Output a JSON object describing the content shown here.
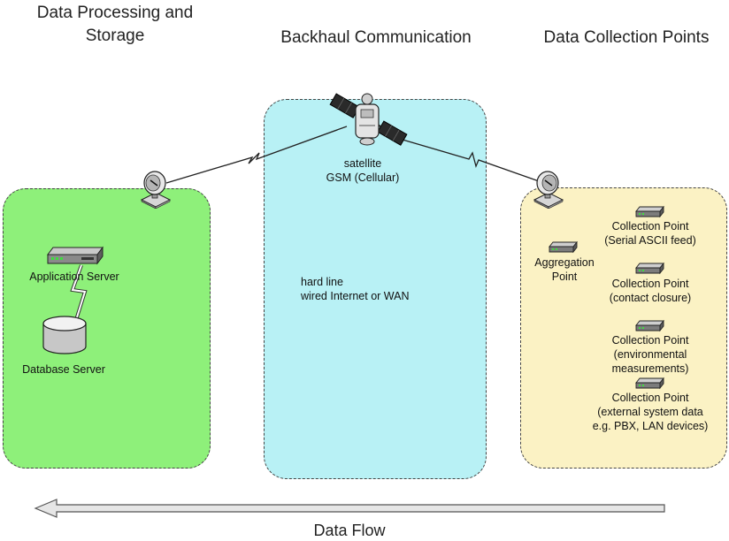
{
  "columns": {
    "processing": {
      "title_line1": "Data Processing and",
      "title_line2": "Storage"
    },
    "backhaul": {
      "title": "Backhaul Communication"
    },
    "collection": {
      "title": "Data Collection Points"
    }
  },
  "processing": {
    "app_server_label": "Application Server",
    "db_server_label": "Database Server"
  },
  "backhaul": {
    "satellite_line1": "satellite",
    "satellite_line2": "GSM (Cellular)",
    "hardline_line1": "hard line",
    "hardline_line2": "wired Internet or WAN"
  },
  "collection": {
    "aggregation_line1": "Aggregation",
    "aggregation_line2": "Point",
    "points": [
      {
        "line1": "Collection Point",
        "line2": "(Serial ASCII feed)"
      },
      {
        "line1": "Collection Point",
        "line2": "(contact closure)"
      },
      {
        "line1": "Collection Point",
        "line2": "(environmental",
        "line3": "measurements)"
      },
      {
        "line1": "Collection Point",
        "line2": "(external system data",
        "line3": "e.g. PBX, LAN devices)"
      }
    ]
  },
  "flow": {
    "label": "Data Flow"
  },
  "colors": {
    "processing_zone": "#8ef07a",
    "backhaul_zone": "#b8f1f5",
    "collection_zone": "#fbf2c4"
  },
  "icons": [
    "satellite-dish-icon",
    "satellite-icon",
    "server-icon",
    "database-icon",
    "collection-device-icon",
    "left-arrow-icon"
  ]
}
